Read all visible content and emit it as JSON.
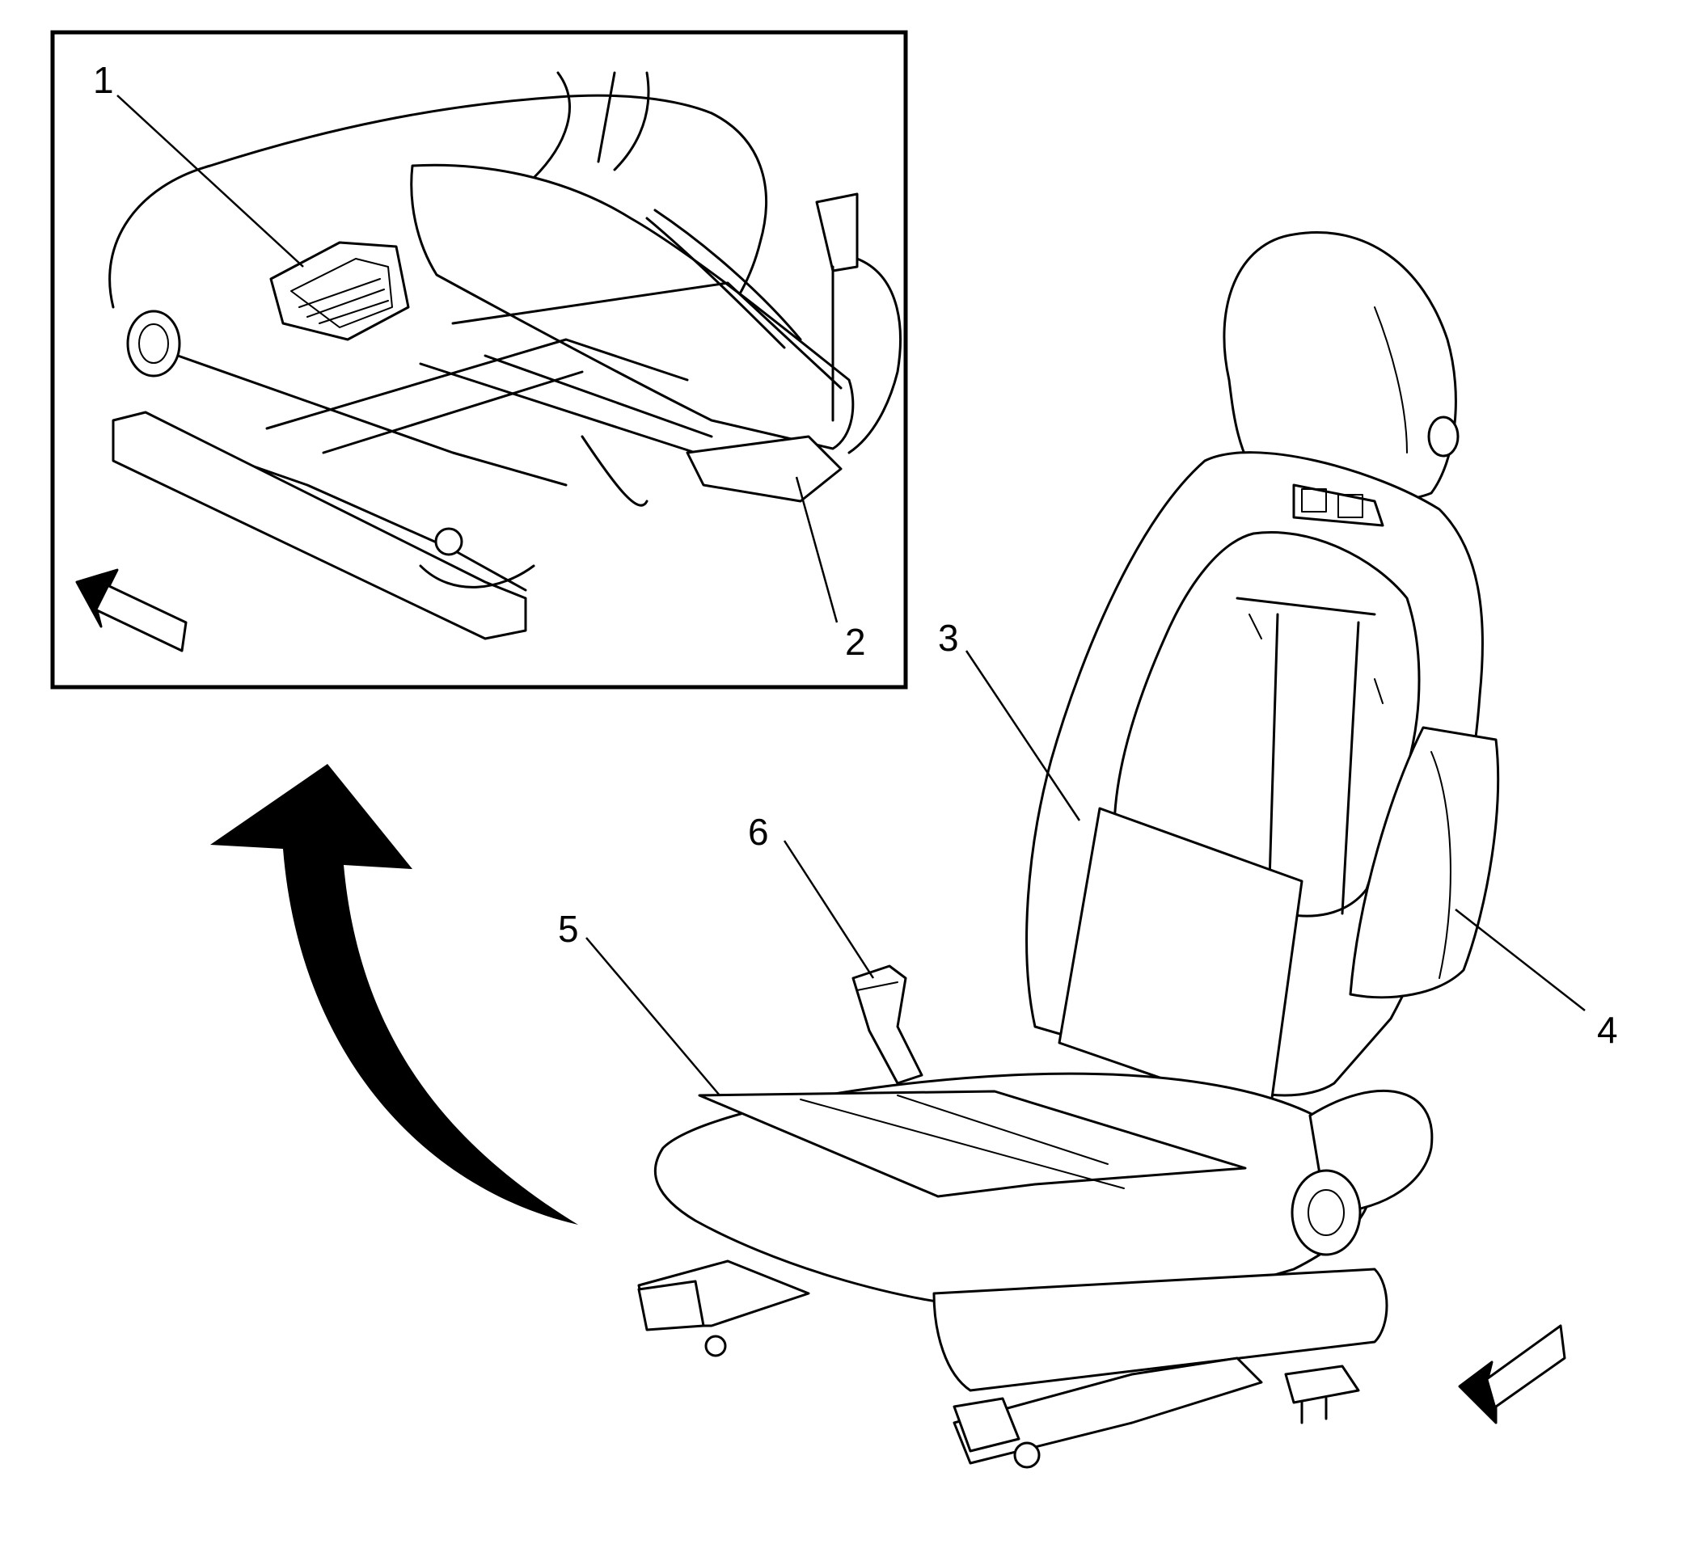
{
  "callouts": [
    {
      "id": "1",
      "text": "1"
    },
    {
      "id": "2",
      "text": "2"
    },
    {
      "id": "3",
      "text": "3"
    },
    {
      "id": "4",
      "text": "4"
    },
    {
      "id": "5",
      "text": "5"
    },
    {
      "id": "6",
      "text": "6"
    }
  ],
  "icons": [
    "front-direction-arrow-icon",
    "curved-view-arrow-icon"
  ],
  "colors": {
    "line": "#000000",
    "background": "#ffffff"
  }
}
